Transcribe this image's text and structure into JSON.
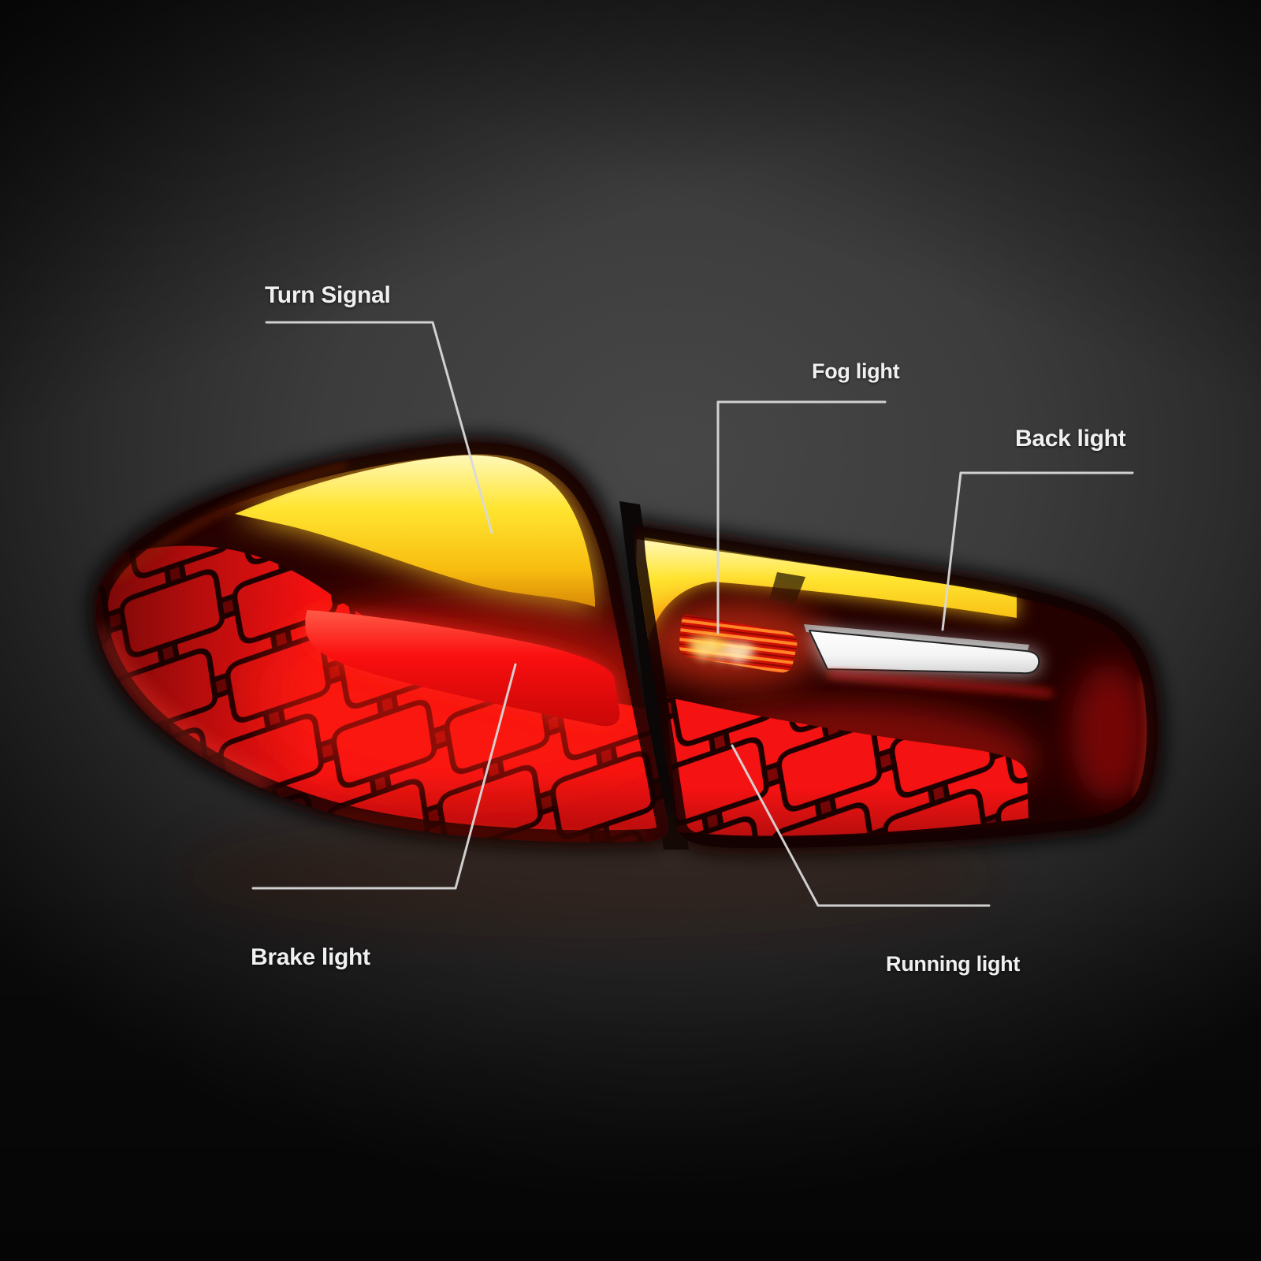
{
  "figure": {
    "type": "annotated-product-photo",
    "subject": "LED tail light assembly with labeled functions"
  },
  "labels": {
    "turn_signal": "Turn Signal",
    "fog_light": "Fog light",
    "back_light": "Back light",
    "brake_light": "Brake light",
    "running_light": "Running light"
  },
  "colors": {
    "background_center": "#474747",
    "background_edge": "#0a0a0a",
    "label_text": "#f0f0f0",
    "leader_line": "#d9d9d9",
    "turn_signal_yellow": "#ffe12e",
    "brake_red": "#fa0f0f",
    "scale_red": "#f51212",
    "fog_orange": "#ff7d1f",
    "back_light_white": "#ffffff",
    "lamp_housing_maroon": "#2b0202"
  }
}
